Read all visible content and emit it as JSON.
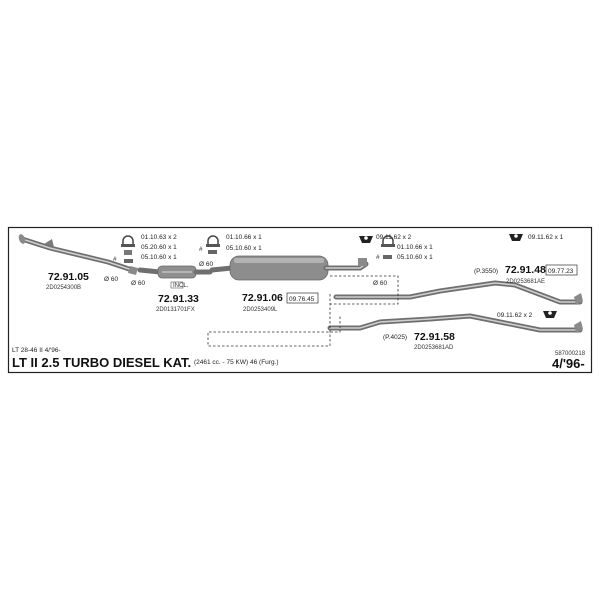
{
  "diagram": {
    "model_line": "LT 28-46 II  4/'96-",
    "title": "LT II 2.5 TURBO DIESEL KAT.",
    "engine": "(2461 cc. - 75 KW)   46 (Furg.)",
    "drawing_no": "587000218",
    "date_badge": "4/'96-",
    "parts": [
      {
        "number": "72.91.05",
        "code": "2D0254300B"
      },
      {
        "number": "72.91.33",
        "code": "2D0131701FX",
        "tag": "INCL."
      },
      {
        "number": "72.91.06",
        "code": "2D0253409L",
        "price": "09.76.45"
      },
      {
        "number": "72.91.48",
        "code": "2D0253681AE",
        "price": "09.77.23",
        "length": "(P.3550)"
      },
      {
        "number": "72.91.58",
        "code": "2D0253681AD",
        "length": "(P.4025)"
      }
    ],
    "fittings": {
      "group1": [
        "01.10.63  x 2",
        "05.20.60  x 1",
        "05.10.60  x 1"
      ],
      "group2": [
        "01.10.66  x 1",
        "05.10.60  x 1"
      ],
      "group3": [
        "09.11.62  x 2"
      ],
      "group4": [
        "01.10.66  x 1",
        "05.10.60  x 1"
      ],
      "group5": [
        "09.11.62  x 1"
      ],
      "group6": [
        "09.11.62  x 2"
      ]
    },
    "diameters": {
      "d1": "Ø 60",
      "d2": "Ø 60",
      "d3": "Ø 60",
      "d4": "Ø 60"
    },
    "marks": {
      "hash1": "#",
      "hash2": "#",
      "hash3": "#"
    }
  }
}
